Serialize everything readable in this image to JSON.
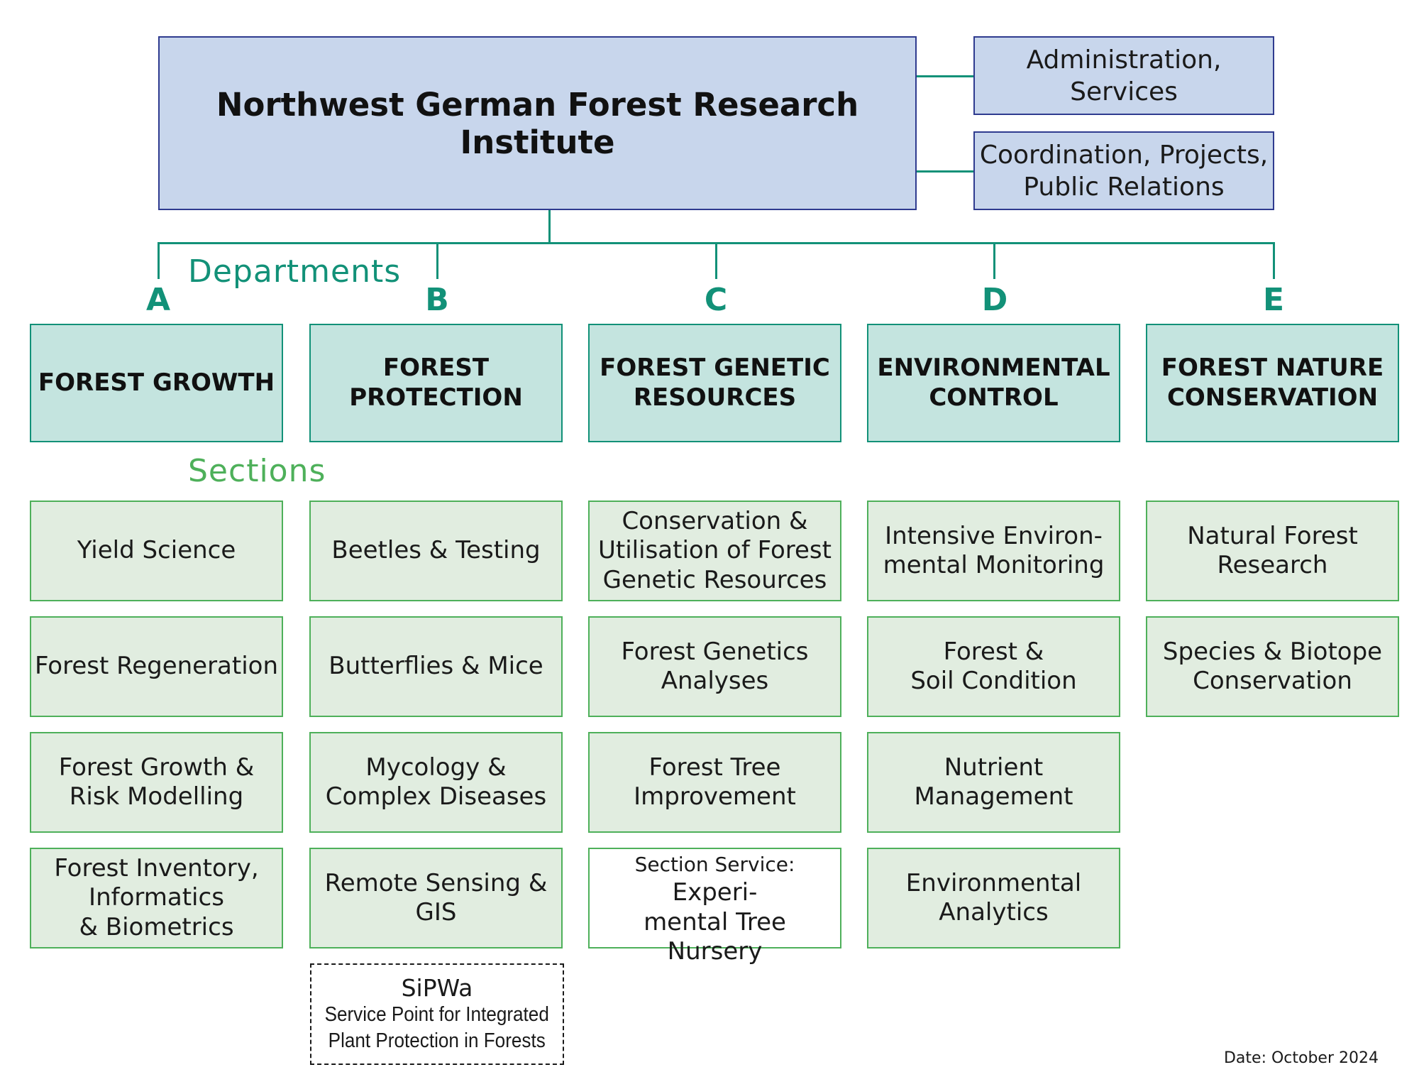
{
  "institute": {
    "title": "Northwest German Forest Research Institute",
    "admin": "Administration,\nServices",
    "coordination": "Coordination, Projects,\nPublic Relations"
  },
  "labels": {
    "departments": "Departments",
    "sections": "Sections"
  },
  "departments": [
    {
      "letter": "A",
      "name": "FOREST GROWTH",
      "sections": [
        "Yield Science",
        "Forest Regeneration",
        "Forest Growth &\nRisk Modelling",
        "Forest Inventory,\nInformatics\n& Biometrics"
      ]
    },
    {
      "letter": "B",
      "name": "FOREST\nPROTECTION",
      "sections": [
        "Beetles & Testing",
        "Butterflies & Mice",
        "Mycology &\nComplex Diseases",
        "Remote Sensing &\nGIS"
      ]
    },
    {
      "letter": "C",
      "name": "FOREST GENETIC\nRESOURCES",
      "sections": [
        "Conservation &\nUtilisation of Forest\nGenetic Resources",
        "Forest Genetics\nAnalyses",
        "Forest Tree\nImprovement"
      ],
      "service": {
        "prefix": "Section Service:",
        "text": "Experi-\nmental Tree Nursery"
      }
    },
    {
      "letter": "D",
      "name": "ENVIRONMENTAL\nCONTROL",
      "sections": [
        "Intensive Environ-\nmental Monitoring",
        "Forest &\nSoil Condition",
        "Nutrient\nManagement",
        "Environmental\nAnalytics"
      ]
    },
    {
      "letter": "E",
      "name": "FOREST NATURE\nCONSERVATION",
      "sections": [
        "Natural Forest\nResearch",
        "Species & Biotope\nConservation"
      ]
    }
  ],
  "sipwa": {
    "title": "SiPWa",
    "subtitle": "Service Point for Integrated\nPlant Protection in Forests"
  },
  "date": "Date: October 2024",
  "colors": {
    "top_fill": "#c8d6ec",
    "top_border": "#2f3b8f",
    "dept_fill": "#c4e4df",
    "dept_border": "#129178",
    "section_fill": "#e1ede0",
    "section_border": "#4eb05a",
    "departments_label": "#129178",
    "sections_label": "#4eb05a"
  }
}
